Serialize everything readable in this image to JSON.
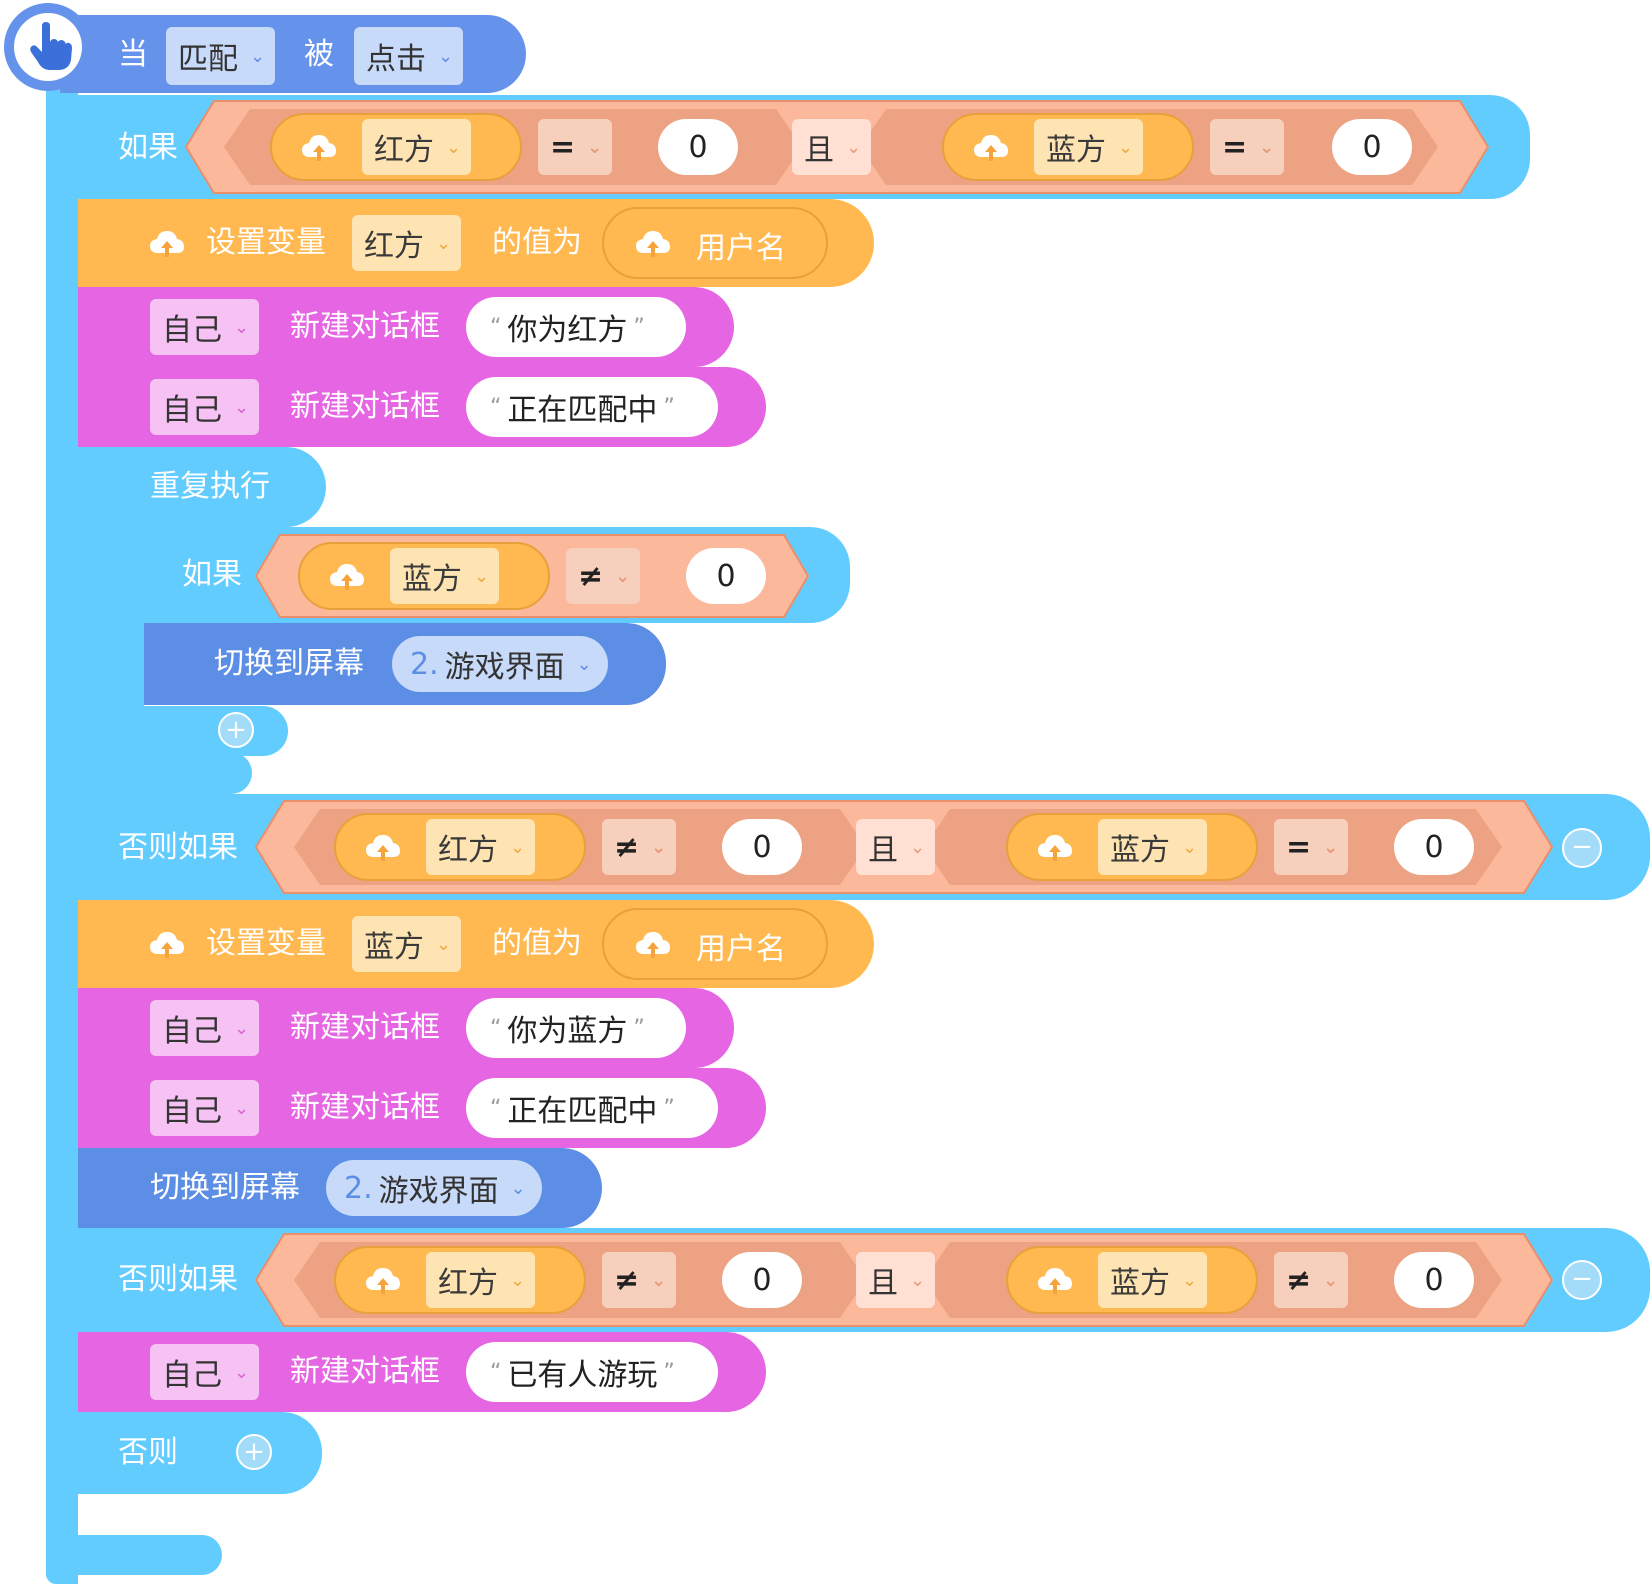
{
  "event": {
    "when": "当",
    "target": "匹配",
    "verb": "被",
    "action": "点击"
  },
  "if_label": "如果",
  "else_if_label": "否则如果",
  "else_label": "否则",
  "repeat_label": "重复执行",
  "and_label": "且",
  "set_var_label": "设置变量",
  "value_label": "的值为",
  "username_label": "用户名",
  "self_label": "自己",
  "new_dialog_label": "新建对话框",
  "switch_screen_label": "切换到屏幕",
  "screen_option": "2. 游戏界面",
  "screen_num": "2.",
  "screen_name": "游戏界面",
  "var_red": "红方",
  "var_blue": "蓝方",
  "op_eq": "=",
  "op_neq": "≠",
  "zero": "0",
  "msgs": {
    "you_red": "你为红方",
    "matching": "正在匹配中",
    "you_blue": "你为蓝方",
    "occupied": "已有人游玩"
  },
  "colors": {
    "control": "#62ccff",
    "event": "#6593ec",
    "variable": "#ffb950",
    "operator": "#f0a58a",
    "dialog": "#e665e2"
  }
}
